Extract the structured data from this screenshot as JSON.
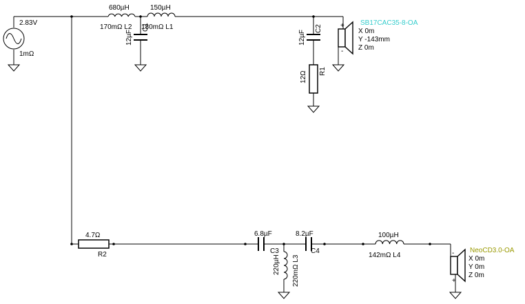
{
  "source": {
    "voltage": "2.83V",
    "resistance": "1mΩ"
  },
  "components": {
    "L2": {
      "value": "680µH",
      "detail": "170mΩ L2"
    },
    "L1": {
      "value": "150µH",
      "detail": "180mΩ L1"
    },
    "C1": {
      "value": "12µF",
      "name": "C1"
    },
    "C2": {
      "value": "12µF",
      "name": "C2"
    },
    "R1": {
      "value": "12Ω",
      "name": "R1"
    },
    "R2": {
      "value": "4.7Ω",
      "name": "R2"
    },
    "C3": {
      "value": "6.8µF",
      "name": "C3"
    },
    "C4": {
      "value": "8.2µF",
      "name": "C4"
    },
    "L3": {
      "value": "220µH",
      "detail": "220mΩ L3"
    },
    "L4": {
      "value": "100µH",
      "detail": "142mΩ L4"
    }
  },
  "drivers": {
    "woofer": {
      "name": "SB17CAC35-8-OA",
      "x": "X 0m",
      "y": "Y -143mm",
      "z": "Z 0m",
      "color": "#33cccc"
    },
    "tweeter": {
      "name": "NeoCD3.0-OA",
      "x": "X 0m",
      "y": "Y 0m",
      "z": "Z 0m",
      "color": "#999900"
    }
  },
  "symbols": {
    "plus": "+",
    "minus": "-"
  }
}
